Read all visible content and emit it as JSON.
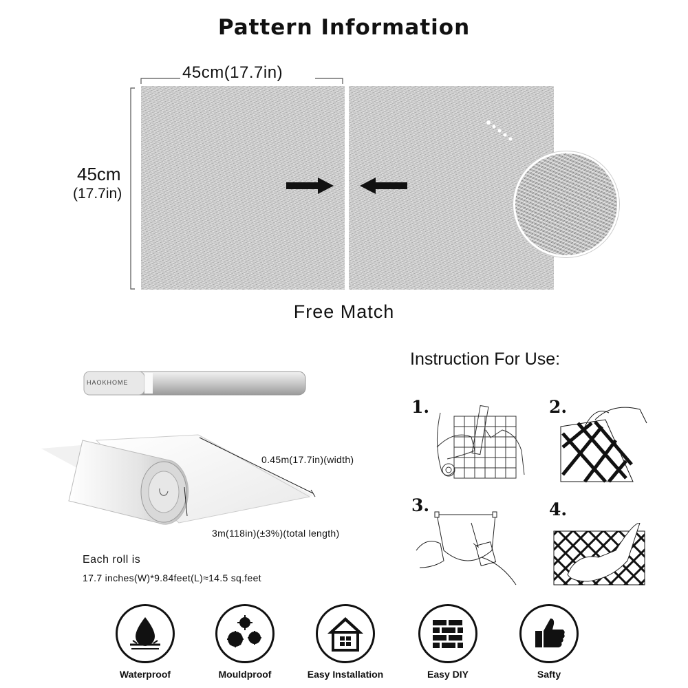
{
  "header": {
    "title": "Pattern Information"
  },
  "pattern": {
    "width_label": "45cm(17.7in)",
    "height_label_cm": "45cm",
    "height_label_in": "(17.7in)",
    "match_label": "Free Match"
  },
  "roll": {
    "brand_text": "HAOKHOME",
    "width_label": "0.45m(17.7in)(width)",
    "length_label": "3m(118in)(±3%)(total length)",
    "each_roll_line1": "Each roll is",
    "each_roll_line2": "17.7 inches(W)*9.84feet(L)≈14.5 sq.feet"
  },
  "instructions": {
    "title": "Instruction For Use:",
    "steps": [
      "1.",
      "2.",
      "3.",
      "4."
    ]
  },
  "features": [
    {
      "label": "Waterproof",
      "icon": "water-drop-icon"
    },
    {
      "label": "Mouldproof",
      "icon": "mould-icon"
    },
    {
      "label": "Easy Installation",
      "icon": "house-icon"
    },
    {
      "label": "Easy DIY",
      "icon": "brick-wall-icon"
    },
    {
      "label": "Safty",
      "icon": "thumbs-up-icon"
    }
  ],
  "colors": {
    "ink": "#111111",
    "texture": "#c9c9c9"
  }
}
